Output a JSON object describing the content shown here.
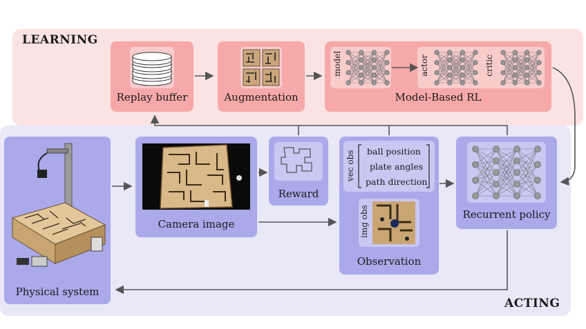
{
  "regions": {
    "learning": "LEARNING",
    "acting": "ACTING"
  },
  "learning": {
    "replay_buffer": "Replay buffer",
    "augmentation": "Augmentation",
    "model_based_rl": "Model-Based RL",
    "net_labels": {
      "model": "model",
      "actor": "actor",
      "critic": "critic"
    }
  },
  "acting": {
    "physical_system": "Physical system",
    "camera_image": "Camera image",
    "reward": "Reward",
    "observation": "Observation",
    "vec_obs": "vec obs",
    "img_obs": "img obs",
    "vec_items": [
      "ball position",
      "plate angles",
      "path direction"
    ],
    "recurrent_policy": "Recurrent policy"
  },
  "colors": {
    "learning_bg": "#fbe3e3",
    "learning_box": "#f7a9a9",
    "acting_bg": "#e8e8f7",
    "acting_box": "#aaa9ea",
    "arrow": "#555555"
  }
}
